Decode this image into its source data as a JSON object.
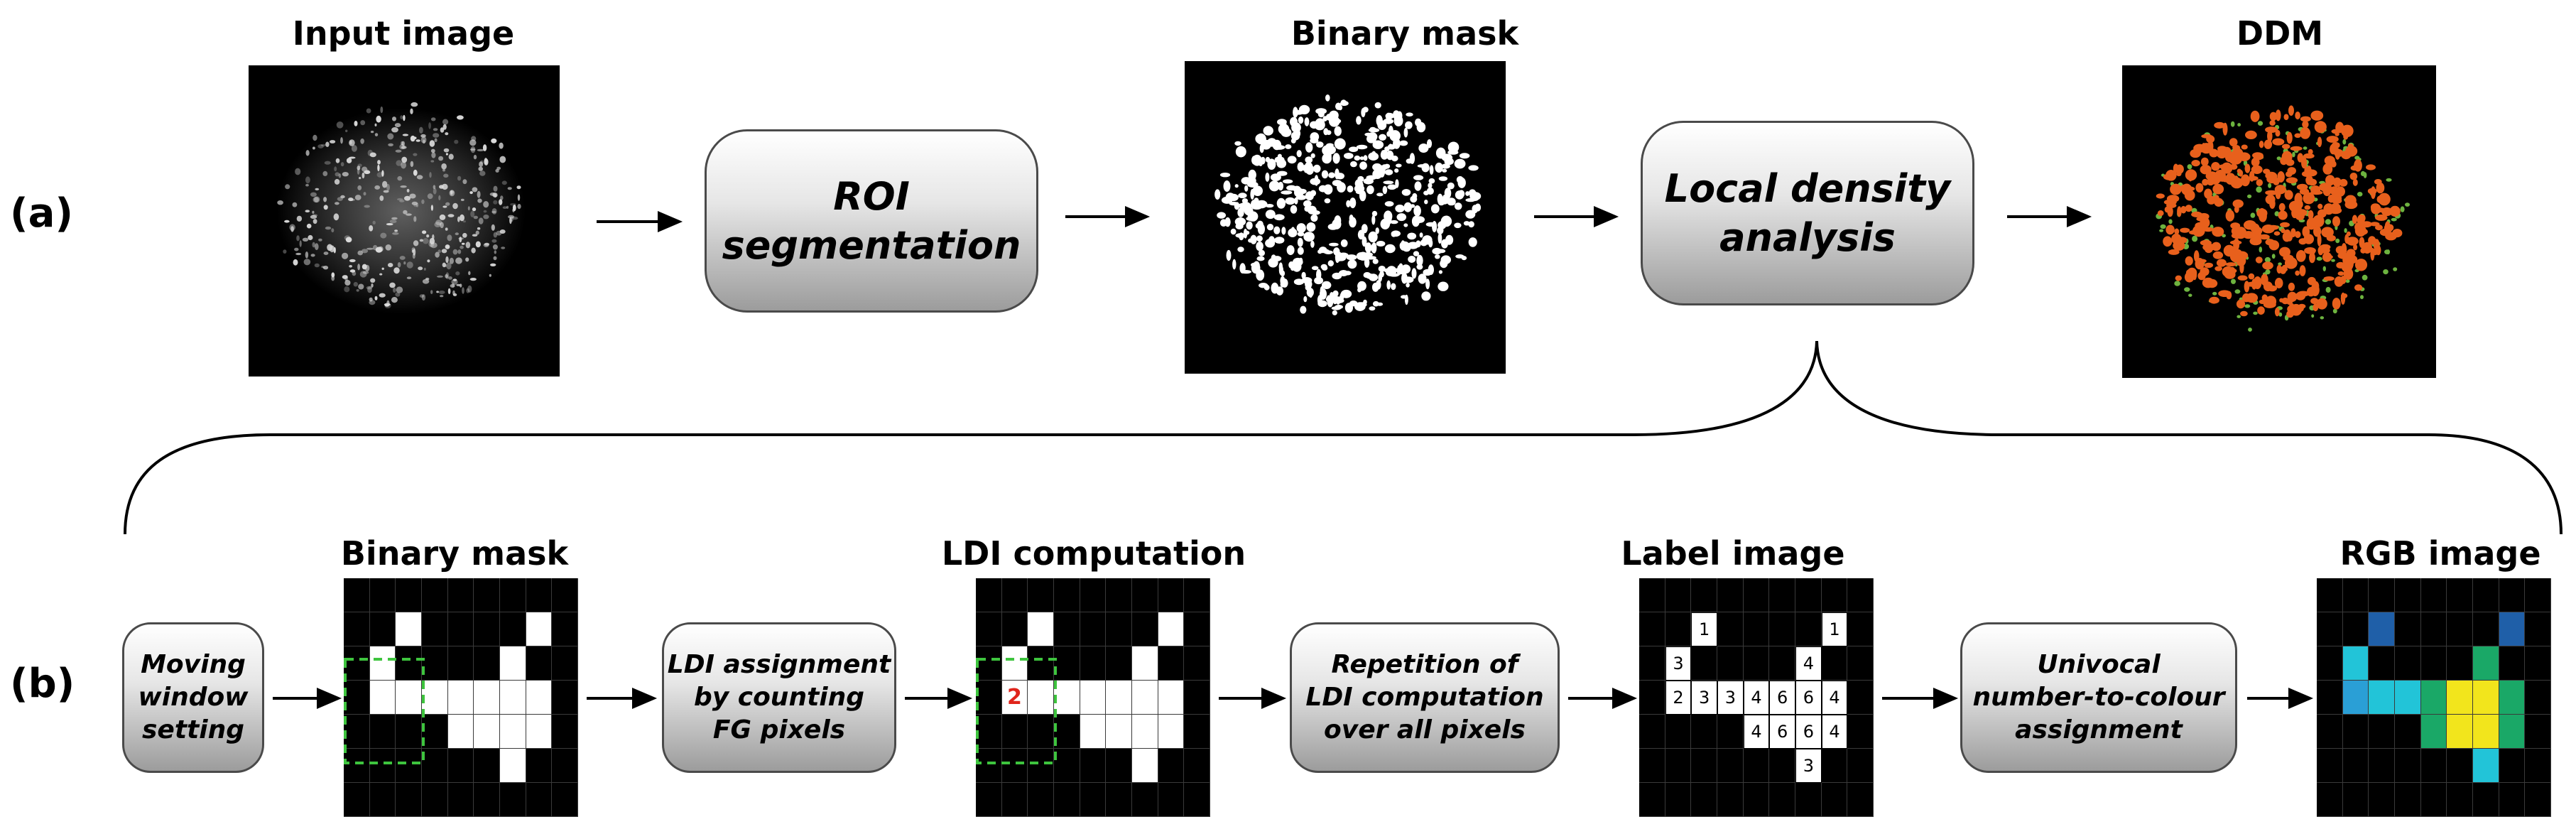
{
  "panel_a": {
    "label": "(a)",
    "input_title": "Input image",
    "step1": [
      "ROI",
      "segmentation"
    ],
    "mask_title": "Binary mask",
    "step2": [
      "Local density",
      "analysis"
    ],
    "ddm_title": "DDM"
  },
  "panel_b": {
    "label": "(b)",
    "step_moving": [
      "Moving",
      "window",
      "setting"
    ],
    "mask_title": "Binary mask",
    "step_ldi_assign": [
      "LDI assignment",
      "by counting",
      "FG pixels"
    ],
    "ldi_title": "LDI computation",
    "ldi_highlight": "2",
    "step_repeat": [
      "Repetition of",
      "LDI computation",
      "over all pixels"
    ],
    "label_title": "Label image",
    "step_univocal": [
      "Univocal",
      "number-to-colour",
      "assignment"
    ],
    "rgb_title": "RGB image",
    "label_values": [
      [
        "",
        "",
        "",
        "",
        "",
        "",
        "",
        "",
        ""
      ],
      [
        "",
        "",
        "1",
        "",
        "",
        "",
        "",
        "1",
        ""
      ],
      [
        "",
        "3",
        "",
        "",
        "",
        "",
        "4",
        "",
        ""
      ],
      [
        "",
        "2",
        "3",
        "3",
        "4",
        "6",
        "6",
        "4",
        ""
      ],
      [
        "",
        "",
        "",
        "",
        "4",
        "6",
        "6",
        "4",
        ""
      ],
      [
        "",
        "",
        "",
        "",
        "",
        "",
        "3",
        "",
        ""
      ],
      [
        "",
        "",
        "",
        "",
        "",
        "",
        "",
        "",
        ""
      ]
    ]
  },
  "colors": {
    "ldi_highlight": "#e0241b",
    "window_outline": "#3ec43e",
    "ddm_fill": "#e8601c",
    "ddm_low": "#6db33f",
    "rgb_palette": {
      "1": "#1f5fa8",
      "2": "#2a9fd6",
      "3": "#22c4d8",
      "4": "#1aa867",
      "6": "#f2e51c"
    }
  }
}
